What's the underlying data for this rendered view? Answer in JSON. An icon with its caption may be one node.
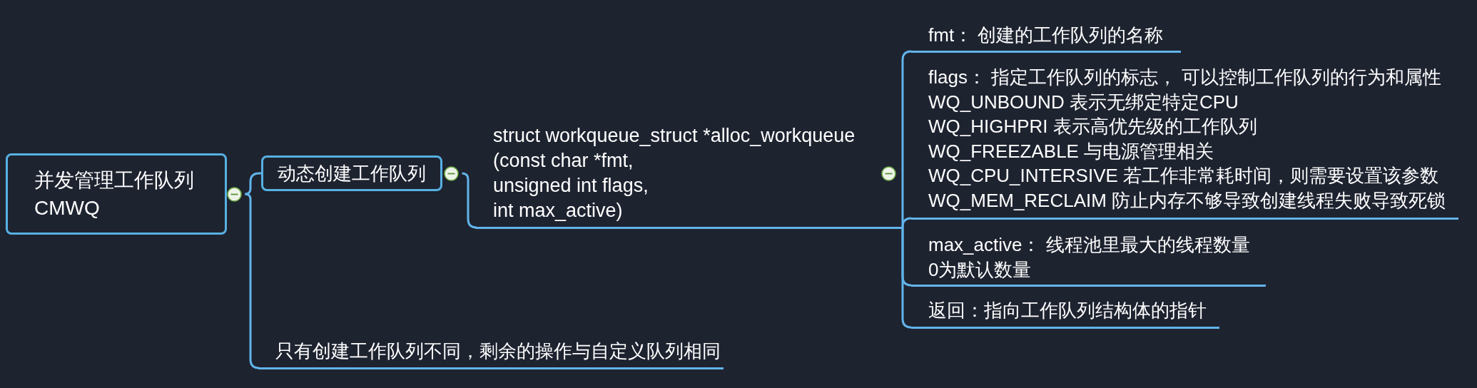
{
  "diagram": {
    "nodes": [
      {
        "text": [
          "并发管理工作队列 CMWQ"
        ]
      },
      {
        "text": [
          "动态创建工作队列"
        ]
      },
      {
        "text": [
          "只有创建工作队列不同，剩余的操作与自定义队列相同"
        ]
      },
      {
        "text": [
          "struct workqueue_struct *alloc_workqueue (const char *fmt, unsigned int flags, int max_active)"
        ]
      },
      {
        "text": [
          "fmt： 创建的工作队列的名称"
        ]
      },
      {
        "text": [
          "flags： 指定工作队列的标志， 可以控制工作队列的行为和属性 WQ_UNBOUND 表示无绑定特定CPU WQ_HIGHPRI 表示高优先级的工作队列 WQ_FREEZABLE 与电源管理相关 WQ_CPU_INTERSIVE 若工作非常耗时间，则需要设置该参数 WQ_MEM_RECLAIM 防止内存不够导致创建线程失败导致死锁"
        ]
      },
      {
        "text": [
          "max_active： 线程池里最大的线程数量 0为默认数量"
        ]
      },
      {
        "text": [
          "返回：指向工作队列结构体的指针"
        ]
      }
    ],
    "edges": [
      {
        "from": 0,
        "to": 1,
        "arrow": "none"
      },
      {
        "from": 0,
        "to": 2,
        "arrow": "none"
      },
      {
        "from": 1,
        "to": 3,
        "arrow": "none"
      },
      {
        "from": 3,
        "to": 4,
        "arrow": "none"
      },
      {
        "from": 3,
        "to": 5,
        "arrow": "none"
      },
      {
        "from": 3,
        "to": 6,
        "arrow": "none"
      },
      {
        "from": 3,
        "to": 7,
        "arrow": "none"
      }
    ]
  }
}
